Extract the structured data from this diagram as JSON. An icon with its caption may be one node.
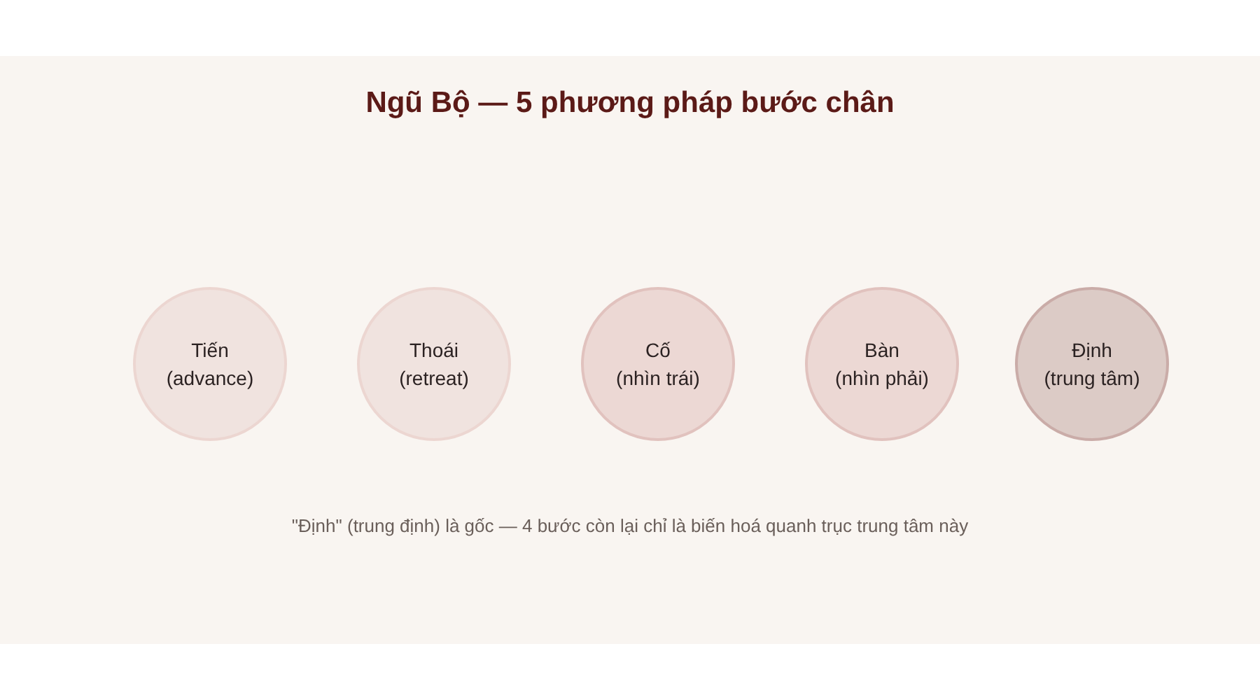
{
  "diagram": {
    "title": "Ngũ Bộ — 5 phương pháp bước chân",
    "nodes": [
      {
        "text": [
          "Tiến",
          "(advance)"
        ]
      },
      {
        "text": [
          "Thoái",
          "(retreat)"
        ]
      },
      {
        "text": [
          "Cố",
          "(nhìn trái)"
        ]
      },
      {
        "text": [
          "Bàn",
          "(nhìn phải)"
        ]
      },
      {
        "text": [
          "Định",
          "(trung tâm)"
        ]
      }
    ],
    "caption": "\"Định\" (trung định) là gốc — 4 bước còn lại chỉ là biến hoá quanh trục trung tâm này"
  }
}
